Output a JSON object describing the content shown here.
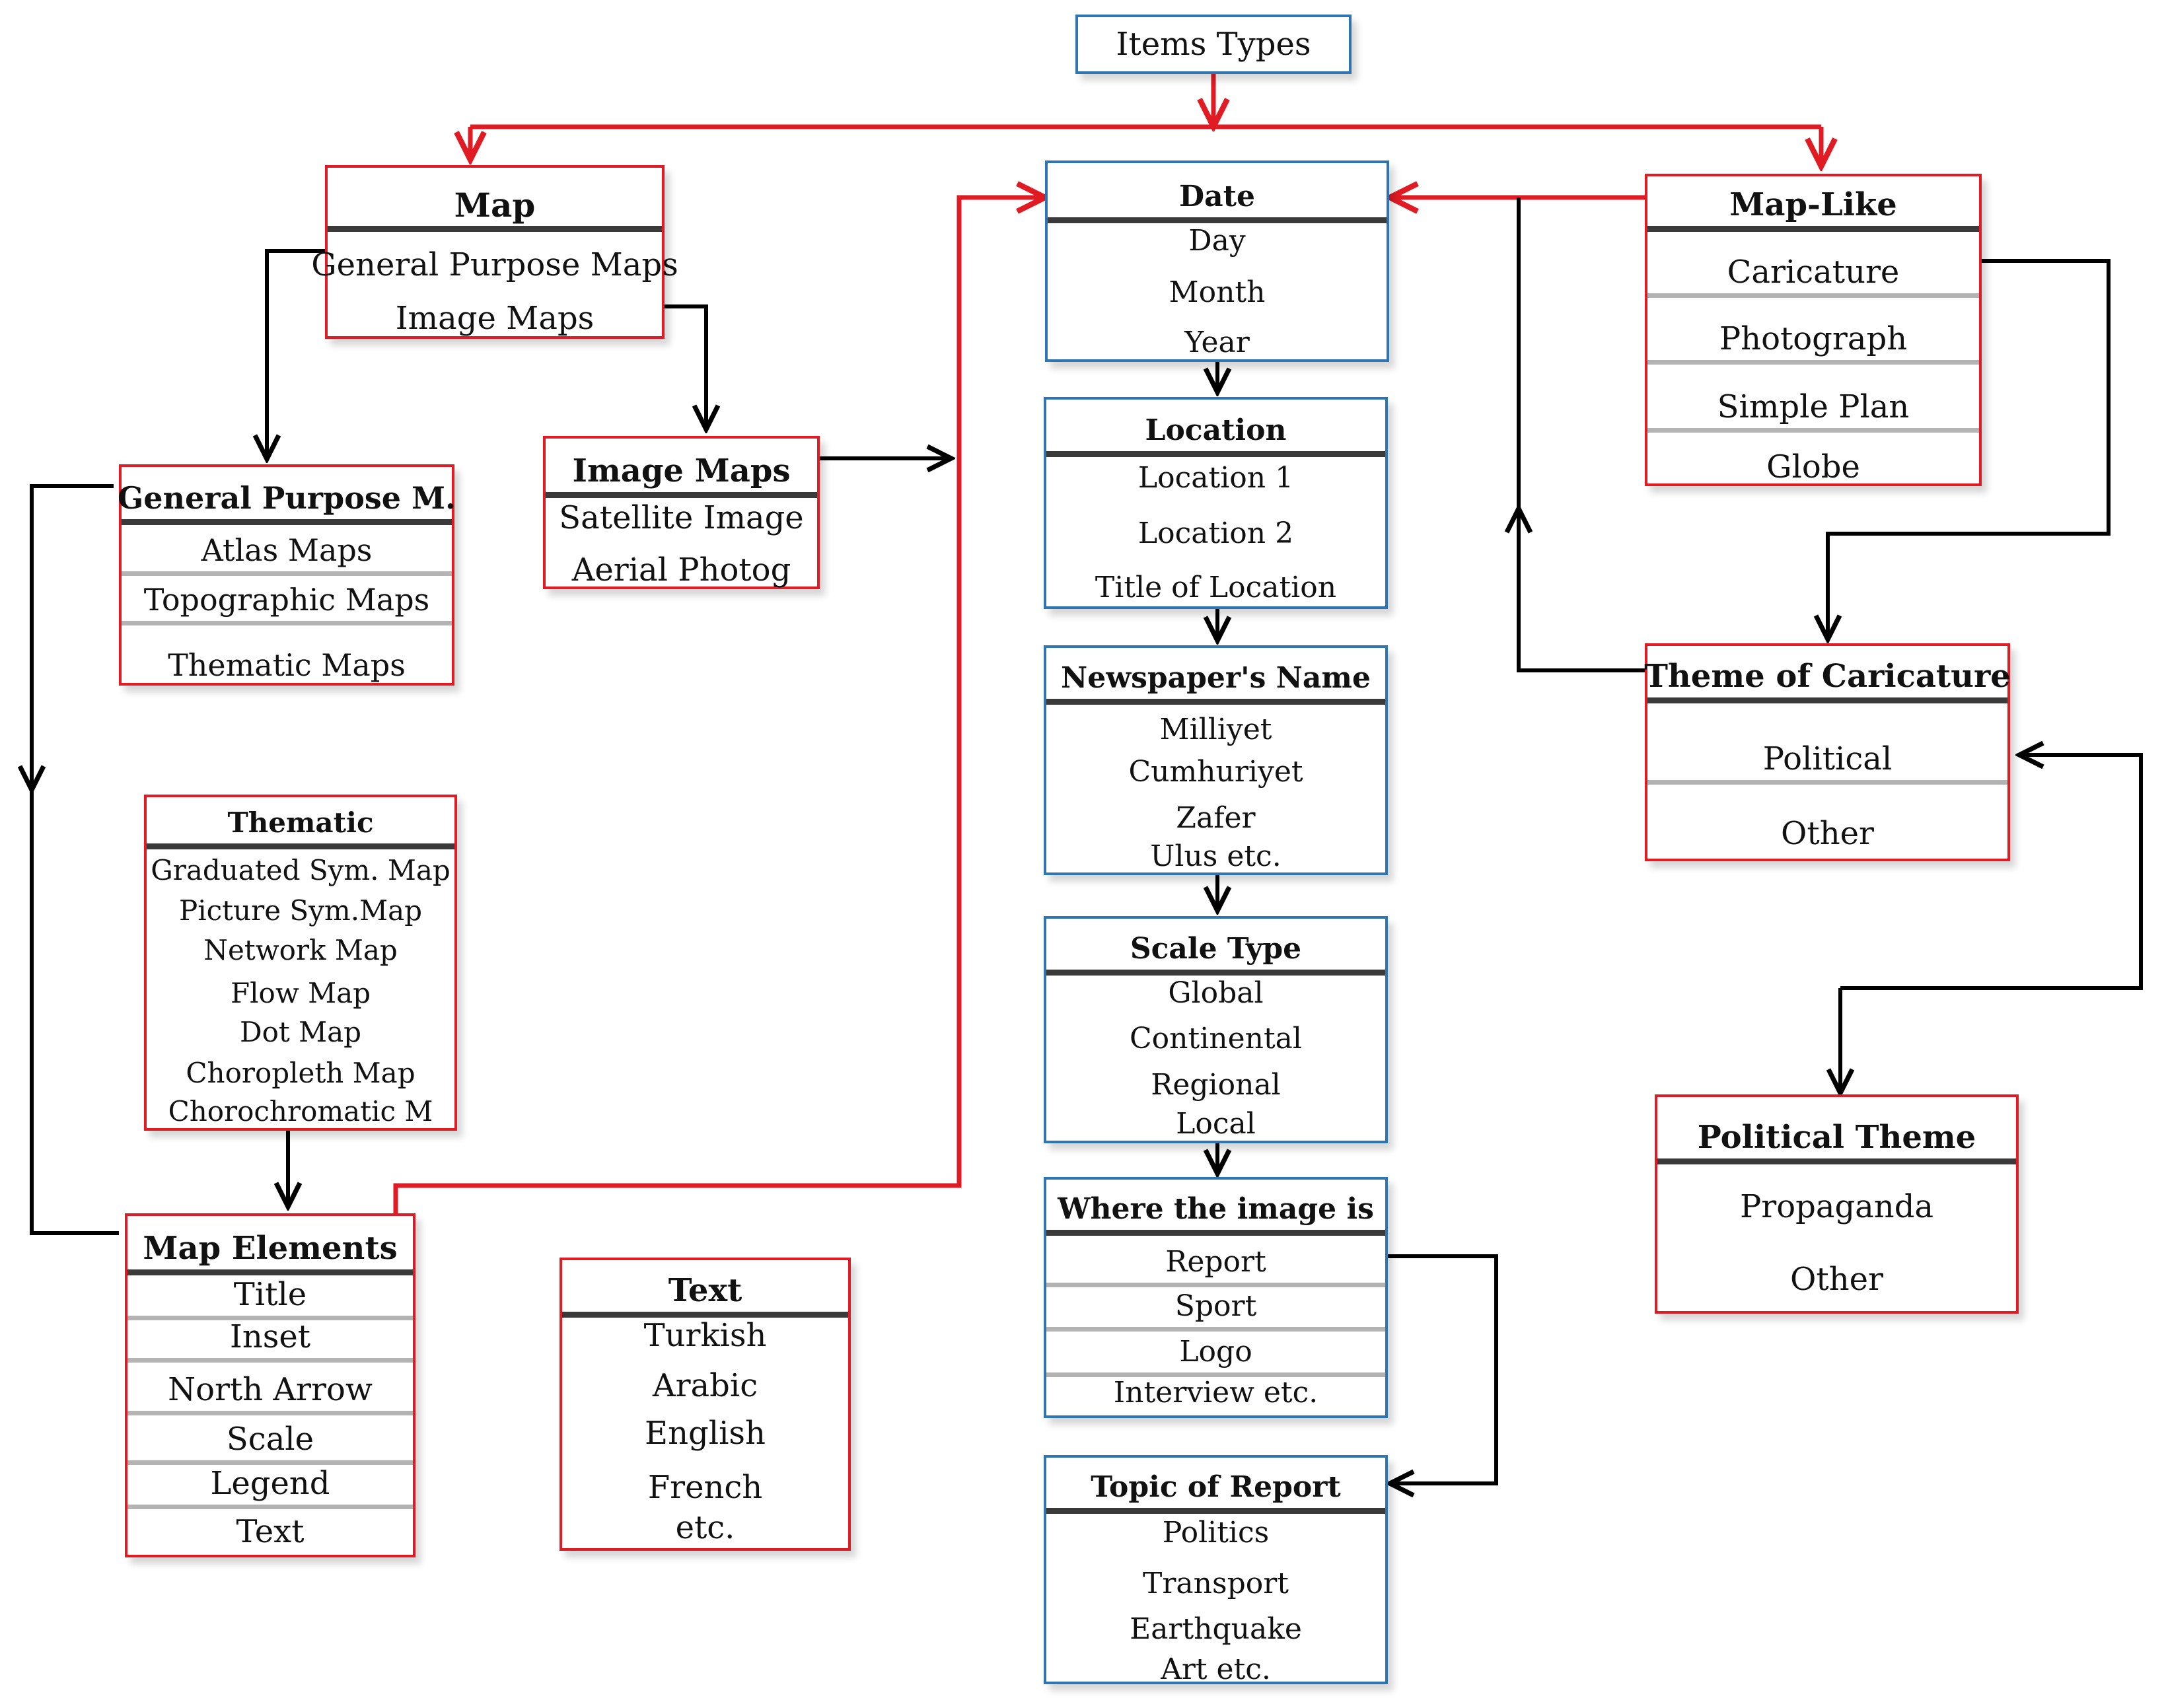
{
  "root": {
    "label": "Items Types"
  },
  "map": {
    "title": "Map",
    "items": [
      "General Purpose Maps",
      "Image Maps"
    ]
  },
  "gpm": {
    "title": "General Purpose M.",
    "items": [
      "Atlas Maps",
      "Topographic Maps",
      "Thematic Maps"
    ]
  },
  "imagemaps": {
    "title": "Image Maps",
    "items": [
      "Satellite Image",
      "Aerial Photog"
    ]
  },
  "thematic": {
    "title": "Thematic",
    "items": [
      "Graduated Sym. Map",
      "Picture Sym.Map",
      "Network Map",
      "Flow Map",
      "Dot Map",
      "Choropleth Map",
      "Chorochromatic M"
    ]
  },
  "mapelements": {
    "title": "Map Elements",
    "items": [
      "Title",
      "Inset",
      "North Arrow",
      "Scale",
      "Legend",
      "Text"
    ]
  },
  "text": {
    "title": "Text",
    "items": [
      "Turkish",
      "Arabic",
      "English",
      "French",
      "etc."
    ]
  },
  "date": {
    "title": "Date",
    "items": [
      "Day",
      "Month",
      "Year"
    ]
  },
  "location": {
    "title": "Location",
    "items": [
      "Location 1",
      "Location 2",
      "Title of Location"
    ]
  },
  "newspaper": {
    "title": "Newspaper's Name",
    "items": [
      "Milliyet",
      "Cumhuriyet",
      "Zafer",
      "Ulus etc."
    ]
  },
  "scale": {
    "title": "Scale Type",
    "items": [
      "Global",
      "Continental",
      "Regional",
      "Local"
    ]
  },
  "where": {
    "title": "Where the image is",
    "items": [
      "Report",
      "Sport",
      "Logo",
      "Interview etc."
    ]
  },
  "topic": {
    "title": "Topic of Report",
    "items": [
      "Politics",
      "Transport",
      "Earthquake",
      "Art etc."
    ]
  },
  "maplike": {
    "title": "Map-Like",
    "items": [
      "Caricature",
      "Photograph",
      "Simple Plan",
      "Globe"
    ]
  },
  "caricature": {
    "title": "Theme of Caricature",
    "items": [
      "Political",
      "Other"
    ]
  },
  "political": {
    "title": "Political Theme",
    "items": [
      "Propaganda",
      "Other"
    ]
  },
  "colors": {
    "red_link": "#e01b24",
    "black_link": "#000000",
    "red_box": "#e01b24",
    "blue_box": "#2f75b5"
  }
}
